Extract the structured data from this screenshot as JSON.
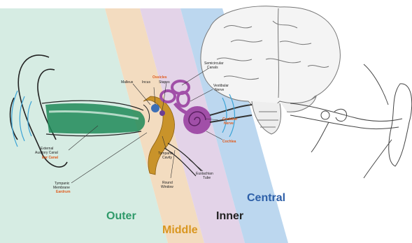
{
  "zones": {
    "outer": {
      "label": "Outer",
      "color": "#2f9a6a"
    },
    "middle": {
      "label": "Middle",
      "color": "#d9961f"
    },
    "inner": {
      "label": "Inner",
      "color": "#222222"
    },
    "central": {
      "label": "Central",
      "color": "#2d5fa8"
    }
  },
  "labels": {
    "ossicles": "Ossicles",
    "malleus": "Malleus",
    "incus": "Incus",
    "stapes": "Stapes",
    "semicircular_1": "Semicircular",
    "semicircular_2": "Canals",
    "vestibular_1": "Vestibular",
    "vestibular_2": "Nerve",
    "cochlear_nerve_1": "Cochlear",
    "cochlear_nerve_2": "Nerve",
    "cochlea": "Cochlea",
    "eac_1": "External",
    "eac_2": "Auditory Canal",
    "ear_canal": "Ear Canal",
    "tympanic_cavity_1": "Tympanic",
    "tympanic_cavity_2": "Cavity",
    "tm_1": "Tympanic",
    "tm_2": "Membrane",
    "eardrum": "Eardrum",
    "round_window_1": "Round",
    "round_window_2": "Window",
    "eustachian_1": "Eustachian",
    "eustachian_2": "Tube"
  },
  "colors": {
    "outer_band": "#d6ece3",
    "middle_band": "#f3dcc0",
    "inner_band": "#e3d3e8",
    "central_band": "#bcd7ef",
    "ear_canal": "#1f8a58",
    "ossicles": "#c9932a",
    "inner_ear": "#a14fa8",
    "sound_waves": "#3aa3d6"
  }
}
